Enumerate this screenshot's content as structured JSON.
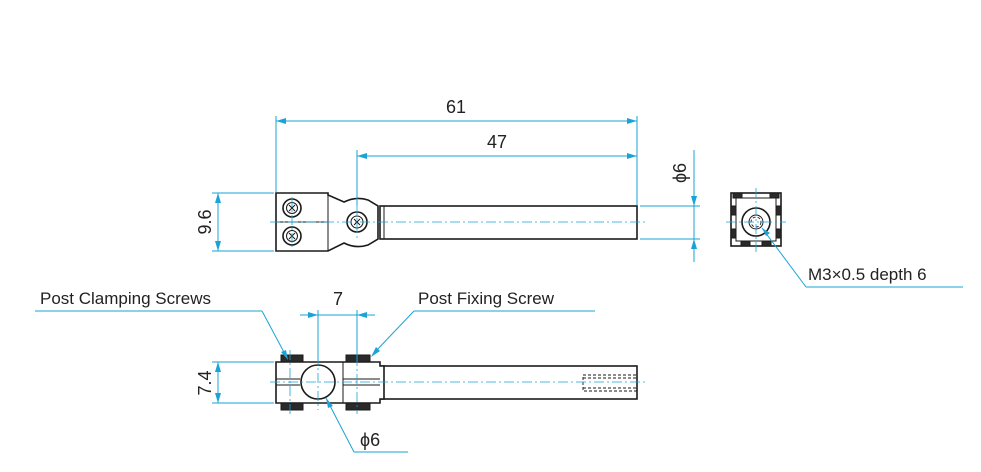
{
  "colors": {
    "dimension": "#1aa3d6",
    "outline": "#1a1a1a",
    "background": "#ffffff"
  },
  "dimensions": {
    "overall_length": "61",
    "rod_length": "47",
    "rod_diameter": "ϕ6",
    "block_height": "9.6",
    "screw_spacing": "7",
    "side_height": "7.4",
    "bore_diameter": "ϕ6"
  },
  "labels": {
    "post_clamping_screws": "Post Clamping Screws",
    "post_fixing_screw": "Post Fixing Screw",
    "thread": "M3×0.5 depth 6"
  }
}
